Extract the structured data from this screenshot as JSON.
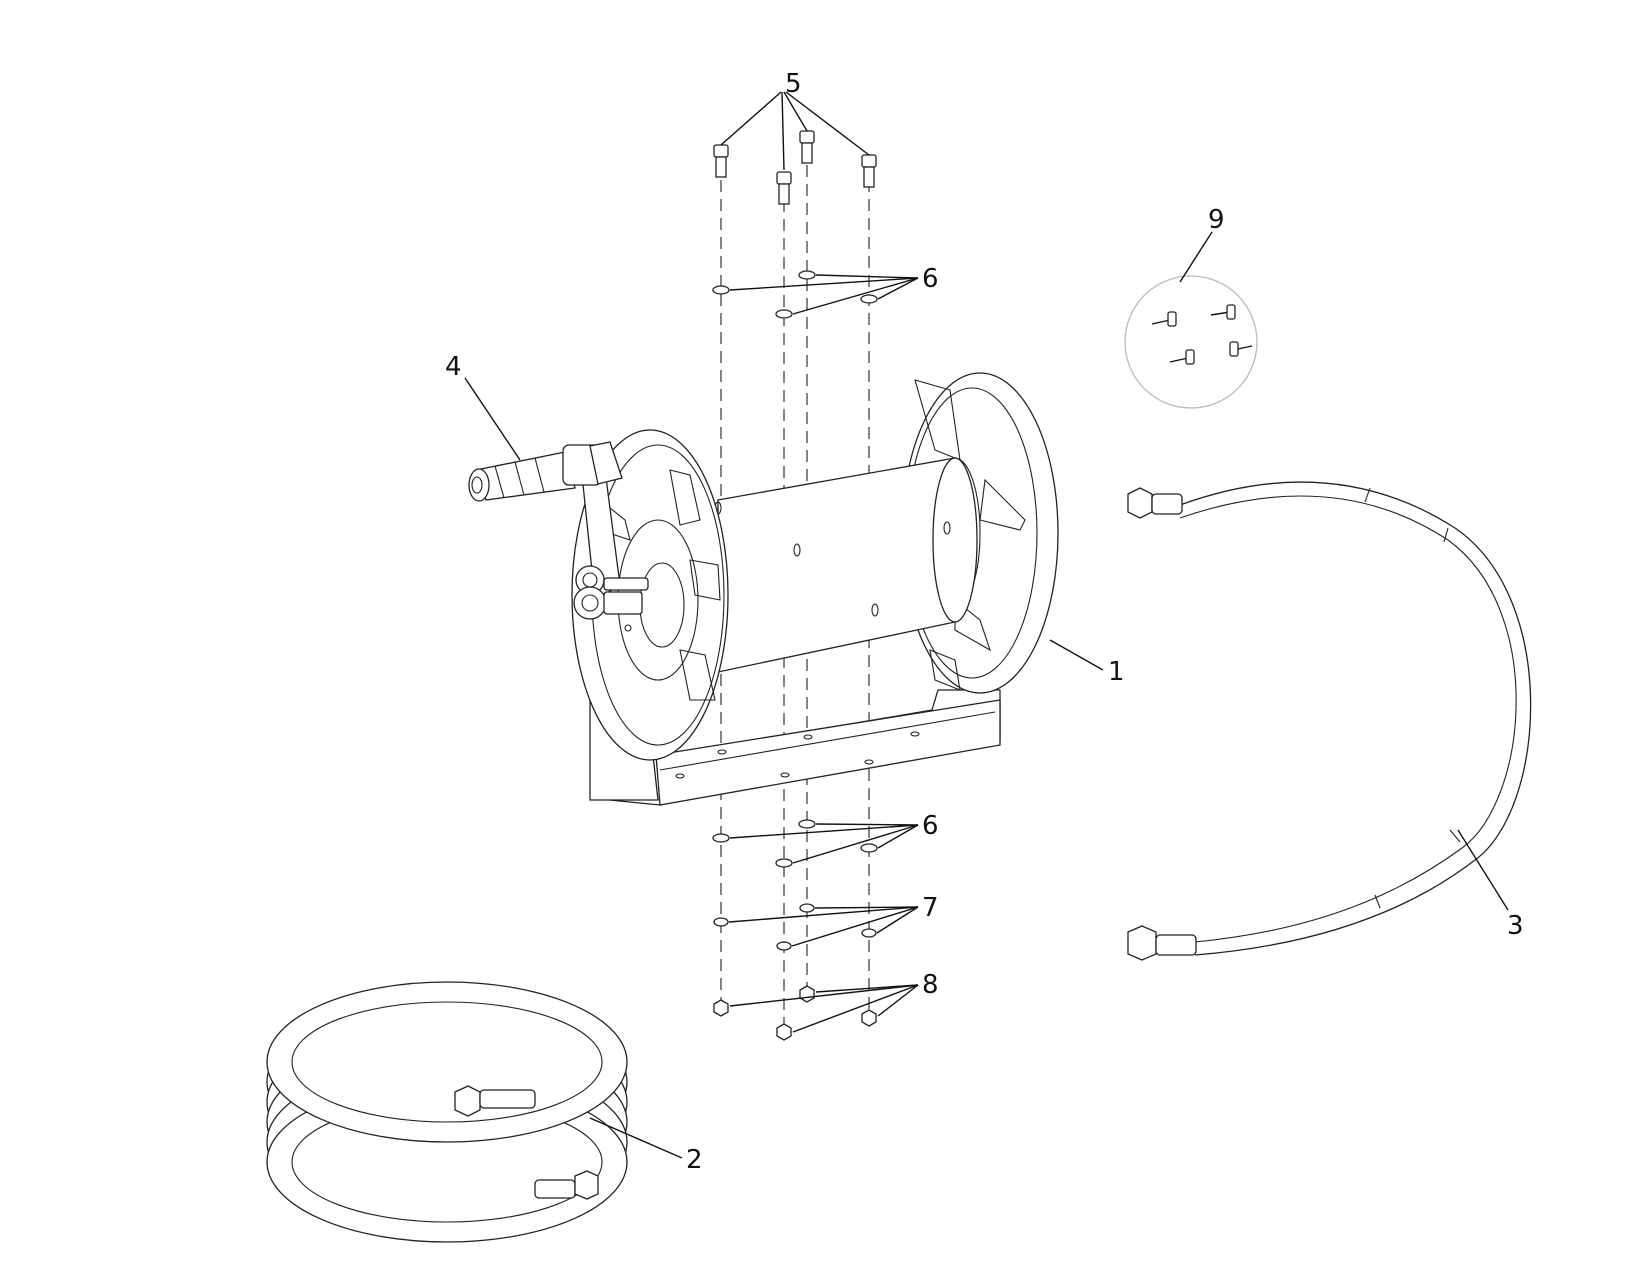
{
  "callouts": {
    "c1": "1",
    "c2": "2",
    "c3": "3",
    "c4": "4",
    "c5": "5",
    "c6_top": "6",
    "c6_bottom": "6",
    "c7": "7",
    "c8": "8",
    "c9": "9"
  },
  "colors": {
    "line": "#111111",
    "background": "#ffffff",
    "detail_circle": "#bbbbbb"
  }
}
